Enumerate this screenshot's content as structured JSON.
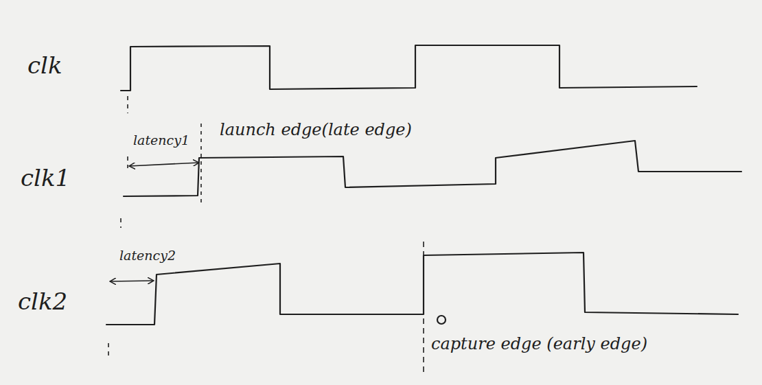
{
  "diagram": {
    "labels": [
      "clk",
      "clk1",
      "clk2",
      "latency1",
      "launch edge(late edge)",
      "latency2",
      "capture edge (early edge)"
    ]
  }
}
